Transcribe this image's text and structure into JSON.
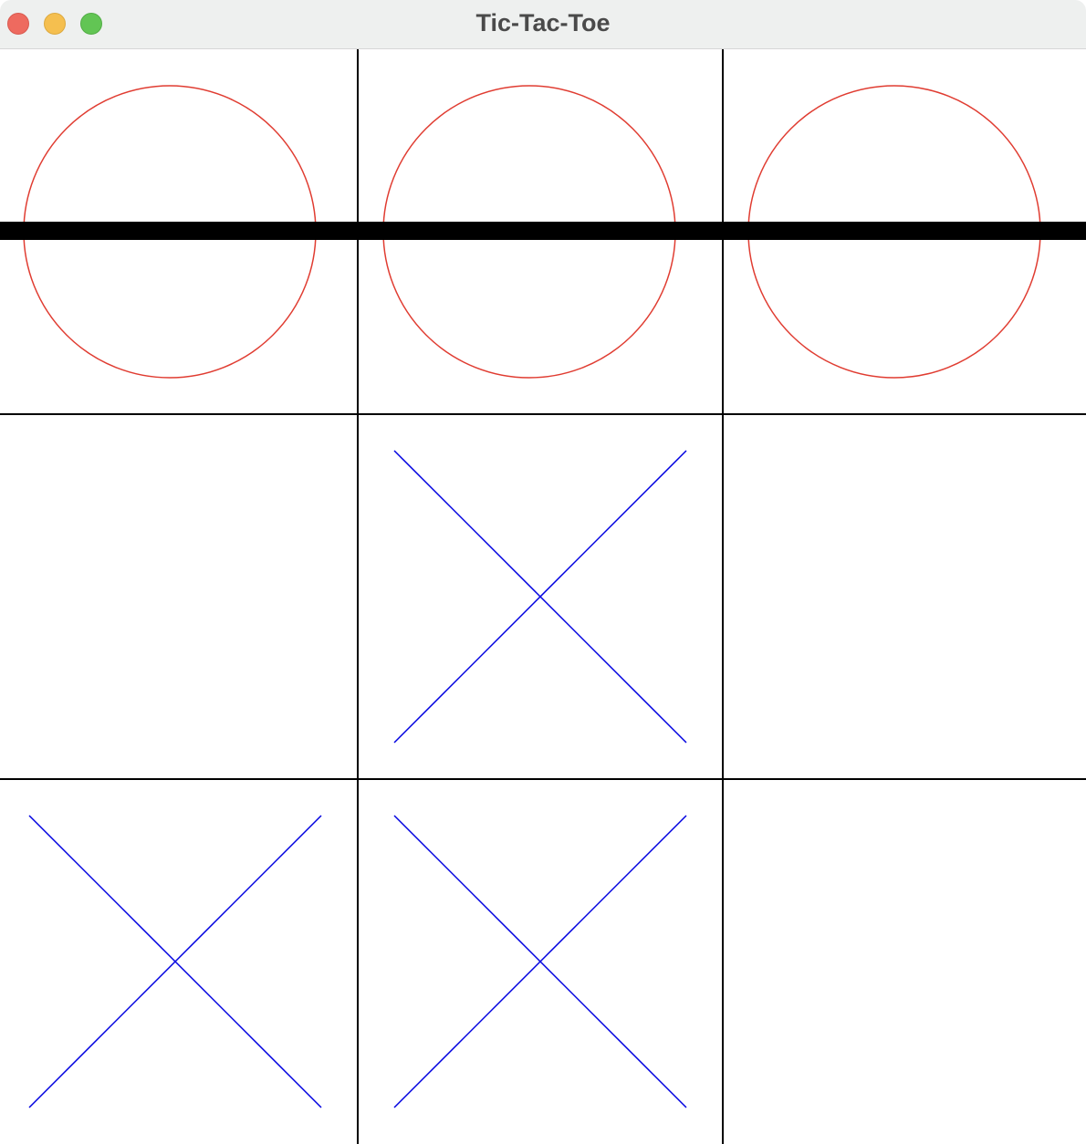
{
  "window": {
    "title": "Tic-Tac-Toe",
    "controls": [
      "close",
      "minimize",
      "zoom"
    ]
  },
  "board": {
    "rows": 3,
    "cols": 3,
    "cells": [
      [
        "O",
        "O",
        "O"
      ],
      [
        "",
        "X",
        ""
      ],
      [
        "X",
        "X",
        ""
      ]
    ],
    "winning_line": {
      "type": "row",
      "index": 0
    },
    "colors": {
      "o_mark": "#e03c31",
      "x_mark": "#0000e0",
      "grid": "#000000",
      "win_line": "#000000"
    }
  }
}
